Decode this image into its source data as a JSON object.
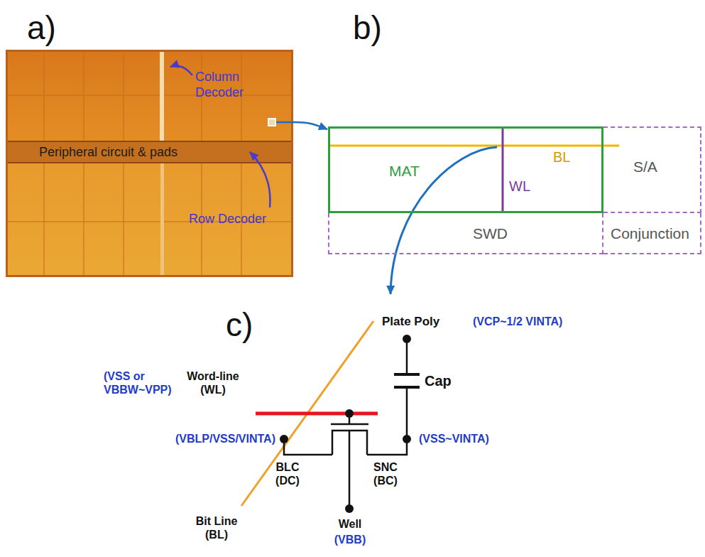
{
  "diagram": {
    "nodes": [
      {
        "text": [
          "Column Decoder",
          "Peripheral circuit & pads",
          "Row Decoder"
        ]
      },
      {
        "text": [
          "MAT",
          "WL",
          "BL"
        ]
      },
      {
        "text": [
          "S/A"
        ]
      },
      {
        "text": [
          "SWD"
        ]
      },
      {
        "text": [
          "Conjunction"
        ]
      }
    ],
    "edges": [
      {
        "from": 0,
        "to": 1,
        "arrow": "to"
      }
    ],
    "labels": [
      "a)",
      "b)",
      "c)",
      "Plate Poly",
      "(VCP~1/2 VINTA)",
      "Cap",
      "Word-line (WL)",
      "(VSS or VBBW~VPP)",
      "(VBLP/VSS/VINTA)",
      "(VSS~VINTA)",
      "BLC (DC)",
      "SNC (BC)",
      "Bit Line (BL)",
      "Well",
      "(VBB)"
    ]
  }
}
